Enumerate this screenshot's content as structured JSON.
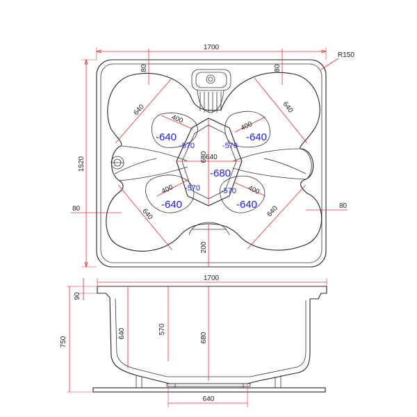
{
  "plan": {
    "width_label": "1700",
    "depth_label": "1520",
    "radius_label": "R150",
    "top_left_offset": "80",
    "top_right_offset": "80",
    "left_offset": "80",
    "right_offset": "80",
    "step_label": "200",
    "center_width": "640",
    "center_depth": "680",
    "center_value": "-680",
    "seat_top_left_diag": "640",
    "seat_top_right_diag": "640",
    "seat_bottom_left_diag": "640",
    "seat_bottom_right_diag": "640",
    "seat_top_left_width": "400",
    "seat_top_right_width": "400",
    "seat_bottom_left_width": "400",
    "seat_bottom_right_width": "400",
    "seat_top_left_depth": "-640",
    "seat_top_right_depth": "-640",
    "seat_bottom_left_depth": "-640",
    "seat_bottom_right_depth": "-640",
    "step_top_left": "-570",
    "step_top_right": "-570",
    "step_bottom_left": "-570",
    "step_bottom_right": "-570"
  },
  "section": {
    "width_label": "1700",
    "rim_label": "90",
    "height_label": "750",
    "seat_depth": "640",
    "step_depth": "570",
    "floor_depth": "680",
    "floor_width": "640"
  },
  "colors": {
    "dimension": "#e03030",
    "depth_text": "#1a1aee",
    "outline": "#222222"
  }
}
